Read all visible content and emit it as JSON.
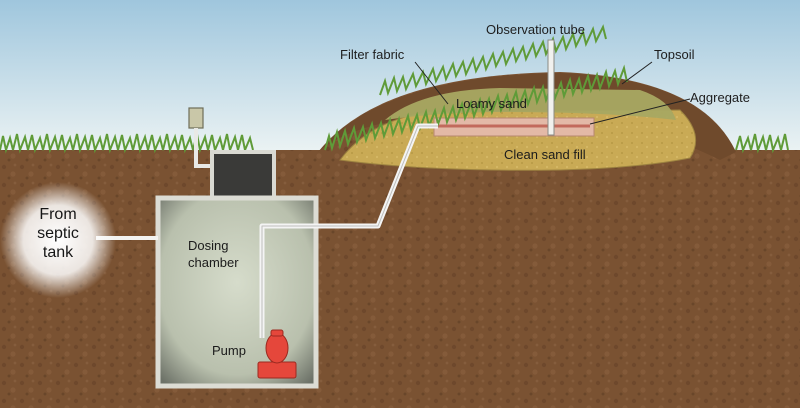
{
  "labels": {
    "observation_tube": "Observation tube",
    "filter_fabric": "Filter fabric",
    "topsoil": "Topsoil",
    "loamy_sand": "Loamy sand",
    "aggregate": "Aggregate",
    "clean_sand_fill": "Clean sand fill",
    "dosing_chamber_line1": "Dosing",
    "dosing_chamber_line2": "chamber",
    "pump": "Pump",
    "from_line1": "From",
    "from_line2": "septic",
    "from_line3": "tank"
  },
  "colors": {
    "sky_top": "#9fc6dd",
    "sky_bottom": "#e9f1f2",
    "soil": "#7a5232",
    "topsoil": "#6f4a2c",
    "loamy_sand": "#a8a862",
    "clean_sand": "#c9aa55",
    "aggregate": "#e3b9a7",
    "grass": "#5f9b38",
    "chamber_fill": "#c7cdbd",
    "chamber_wall": "#d9d9d2",
    "pump": "#e5473b",
    "pipe": "#f4f4f4"
  }
}
